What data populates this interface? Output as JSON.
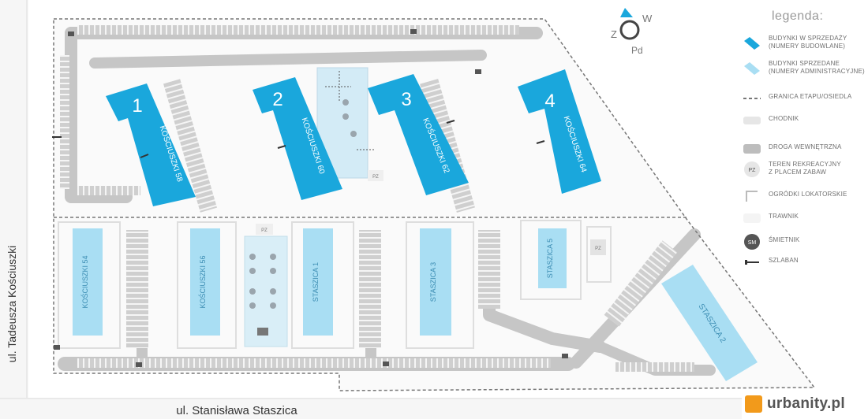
{
  "legend": {
    "title": "legenda:",
    "items": [
      {
        "label": "BUDYNKI W SPRZEDAŻY\n(NUMERY BUDOWLANE)",
        "icon": "building-for-sale-icon"
      },
      {
        "label": "BUDYNKI SPRZEDANE\n(NUMERY ADMINISTRACYJNE)",
        "icon": "building-sold-icon"
      },
      {
        "label": "GRANICA ETAPU/OSIEDLA",
        "icon": "dashed-line-icon"
      },
      {
        "label": "CHODNIK",
        "icon": "sidewalk-icon"
      },
      {
        "label": "DROGA WEWNĘTRZNA",
        "icon": "internal-road-icon"
      },
      {
        "label": "TEREN REKREACYJNY\nZ PLACEM ZABAW",
        "icon": "playground-icon"
      },
      {
        "label": "OGRÓDKI LOKATORSKIE",
        "icon": "garden-icon"
      },
      {
        "label": "TRAWNIK",
        "icon": "lawn-icon"
      },
      {
        "label": "ŚMIETNIK",
        "icon": "trash-icon"
      },
      {
        "label": "SZLABAN",
        "icon": "barrier-icon"
      }
    ]
  },
  "compass": {
    "n": "Z",
    "e": "W",
    "s": "Pd"
  },
  "buildings_for_sale": [
    {
      "number": "1",
      "address": "KOŚCIUSZKI 58"
    },
    {
      "number": "2",
      "address": "KOŚCIUSZKI 60"
    },
    {
      "number": "3",
      "address": "KOŚCIUSZKI 62"
    },
    {
      "number": "4",
      "address": "KOŚCIUSZKI 64"
    }
  ],
  "buildings_sold": [
    {
      "address": "KOŚCIUSZKI 54"
    },
    {
      "address": "KOŚCIUSZKI 56"
    },
    {
      "address": "STASZICA 1"
    },
    {
      "address": "STASZICA 3"
    },
    {
      "address": "STASZICA 5"
    },
    {
      "address": "STASZICA 2"
    }
  ],
  "playground_labels": [
    "PZ",
    "PZ",
    "PZ"
  ],
  "streets": {
    "west": "ul. Tadeusza Kościuszki",
    "south": "ul. Stanisława Staszica"
  },
  "watermark": "urbanity.pl",
  "colors": {
    "for_sale": "#1aa7dc",
    "sold": "#a9def3",
    "road": "#c9c9c9",
    "sidewalk": "#ececec"
  }
}
